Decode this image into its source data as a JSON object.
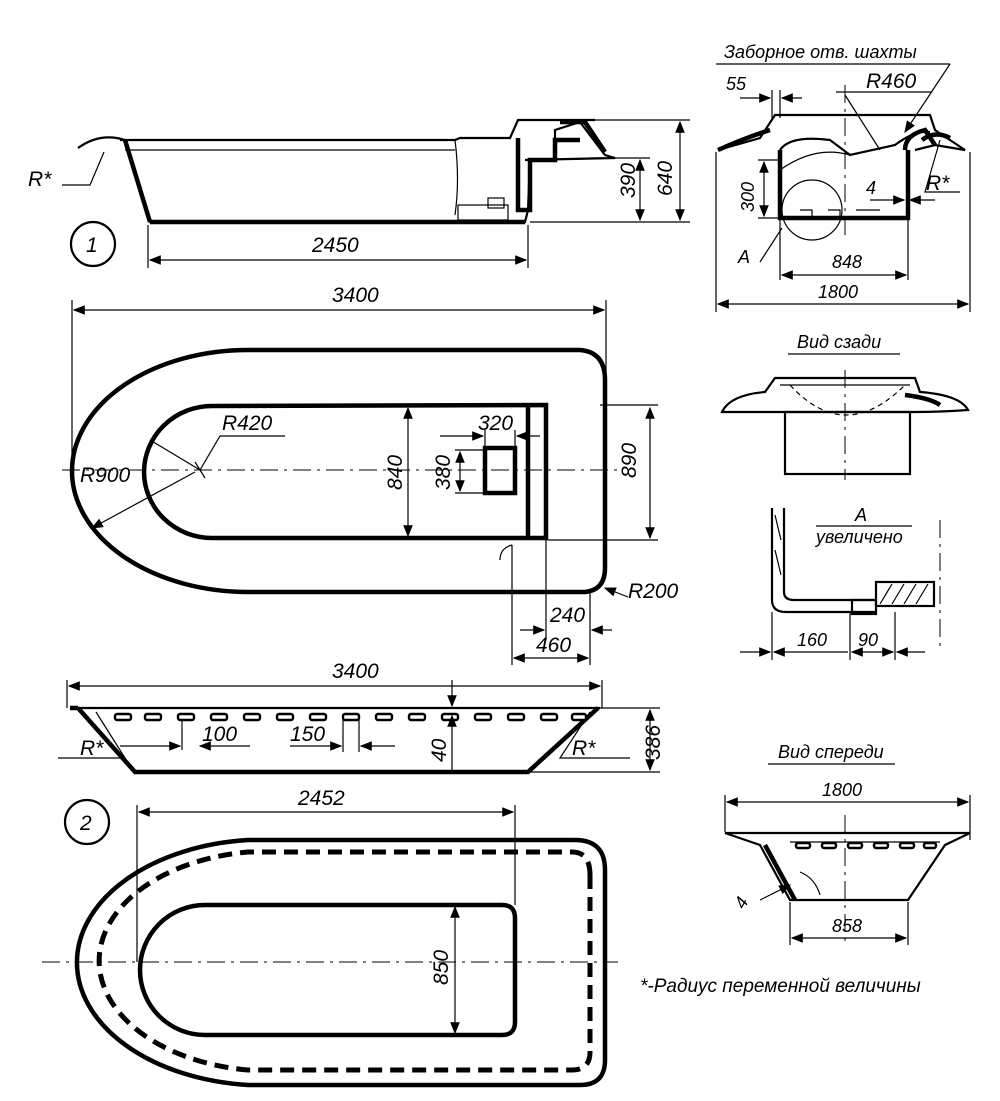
{
  "figures": {
    "fig1_number": "1",
    "fig2_number": "2"
  },
  "fig1_side": {
    "r_star": "R*",
    "dim_2450": "2450",
    "dim_390": "390",
    "dim_640": "640"
  },
  "fig1_plan": {
    "dim_3400": "3400",
    "r420": "R420",
    "r900": "R900",
    "dim_840": "840",
    "dim_380": "380",
    "dim_320": "320",
    "dim_890": "890",
    "r200": "R200",
    "dim_240": "240",
    "dim_460": "460"
  },
  "fig2_side": {
    "dim_3400": "3400",
    "dim_100": "100",
    "dim_150": "150",
    "dim_40": "40",
    "dim_386": "386",
    "r_star_left": "R*",
    "r_star_right": "R*"
  },
  "fig2_plan": {
    "dim_2452": "2452",
    "dim_850": "850"
  },
  "section_view": {
    "title": "Заборное отв. шахты",
    "dim_55": "55",
    "r460": "R460",
    "dim_300": "300",
    "dim_4": "4",
    "r_star": "R*",
    "label_a": "A",
    "dim_848": "848",
    "dim_1800": "1800"
  },
  "rear_view": {
    "title": "Вид сзади"
  },
  "detail_a": {
    "title_a": "A",
    "title_b": "увеличено",
    "dim_160": "160",
    "dim_90": "90"
  },
  "front_view": {
    "title": "Вид спереди",
    "dim_1800": "1800",
    "dim_4": "4",
    "dim_858": "858"
  },
  "footnote": "*-Радиус переменной величины"
}
